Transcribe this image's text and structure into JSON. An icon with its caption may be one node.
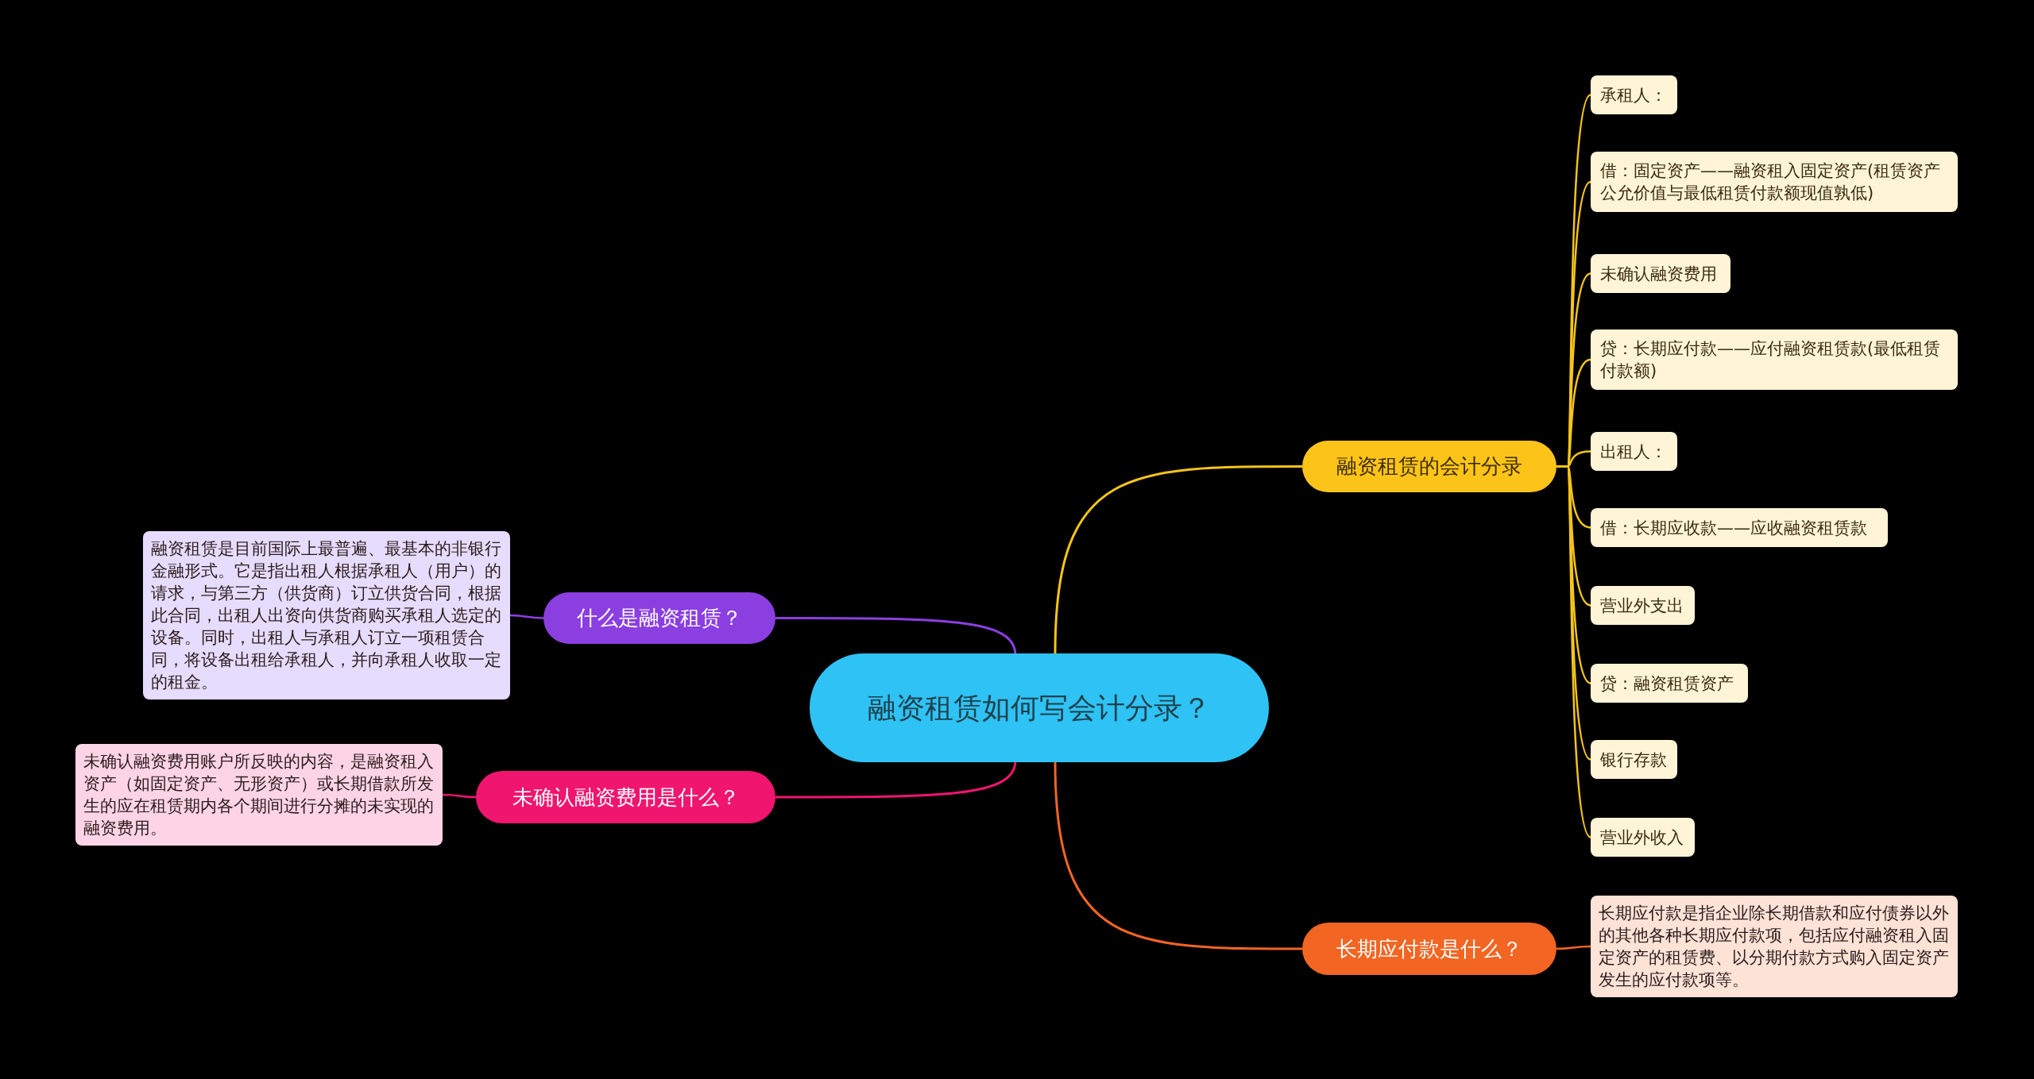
{
  "diagram": {
    "nodes": [
      {
        "text": [
          "融资租赁如何写会计分录？"
        ]
      },
      {
        "text": [
          "融资租赁的会计分录"
        ]
      },
      {
        "text": [
          "承租人："
        ]
      },
      {
        "text": [
          "借：固定资产——融资租入固定资产(租赁资产公允价值与最低租赁付款额现值孰低)"
        ]
      },
      {
        "text": [
          "未确认融资费用"
        ]
      },
      {
        "text": [
          "贷：长期应付款——应付融资租赁款(最低租赁付款额)"
        ]
      },
      {
        "text": [
          "出租人："
        ]
      },
      {
        "text": [
          "借：长期应收款——应收融资租赁款"
        ]
      },
      {
        "text": [
          "营业外支出"
        ]
      },
      {
        "text": [
          "贷：融资租赁资产"
        ]
      },
      {
        "text": [
          "银行存款"
        ]
      },
      {
        "text": [
          "营业外收入"
        ]
      },
      {
        "text": [
          "长期应付款是什么？"
        ]
      },
      {
        "text": [
          "长期应付款是指企业除长期借款和应付债券以外的其他各种长期应付款项，包括应付融资租入固定资产的租赁费、以分期付款方式购入固定资产发生的应付款项等。"
        ]
      },
      {
        "text": [
          "什么是融资租赁？"
        ]
      },
      {
        "text": [
          "融资租赁是目前国际上最普遍、最基本的非银行金融形式。它是指出租人根据承租人（用户）的请求，与第三方（供货商）订立供货合同，根据此合同，出租人出资向供货商购买承租人选定的设备。同时，出租人与承租人订立一项租赁合同，将设备出租给承租人，并向承租人收取一定的租金。"
        ]
      },
      {
        "text": [
          "未确认融资费用是什么？"
        ]
      },
      {
        "text": [
          "未确认融资费用账户所反映的内容，是融资租入资产（如固定资产、无形资产）或长期借款所发生的应在租赁期内各个期间进行分摊的未实现的融资费用。"
        ]
      }
    ],
    "edges": [
      {
        "from": 0,
        "to": 1,
        "arrow": "none"
      },
      {
        "from": 1,
        "to": 2,
        "arrow": "none"
      },
      {
        "from": 1,
        "to": 3,
        "arrow": "none"
      },
      {
        "from": 1,
        "to": 4,
        "arrow": "none"
      },
      {
        "from": 1,
        "to": 5,
        "arrow": "none"
      },
      {
        "from": 1,
        "to": 6,
        "arrow": "none"
      },
      {
        "from": 1,
        "to": 7,
        "arrow": "none"
      },
      {
        "from": 1,
        "to": 8,
        "arrow": "none"
      },
      {
        "from": 1,
        "to": 9,
        "arrow": "none"
      },
      {
        "from": 1,
        "to": 10,
        "arrow": "none"
      },
      {
        "from": 1,
        "to": 11,
        "arrow": "none"
      },
      {
        "from": 0,
        "to": 12,
        "arrow": "none",
        "color": "#f26522"
      },
      {
        "from": 12,
        "to": 13,
        "arrow": "none",
        "color": "#f26522"
      },
      {
        "from": 0,
        "to": 14,
        "arrow": "none",
        "color": "#8b3fe0"
      },
      {
        "from": 14,
        "to": 15,
        "arrow": "none",
        "color": "#8b3fe0"
      },
      {
        "from": 0,
        "to": 16,
        "arrow": "none",
        "color": "#f0156e"
      },
      {
        "from": 16,
        "to": 17,
        "arrow": "none",
        "color": "#f0156e"
      }
    ]
  }
}
